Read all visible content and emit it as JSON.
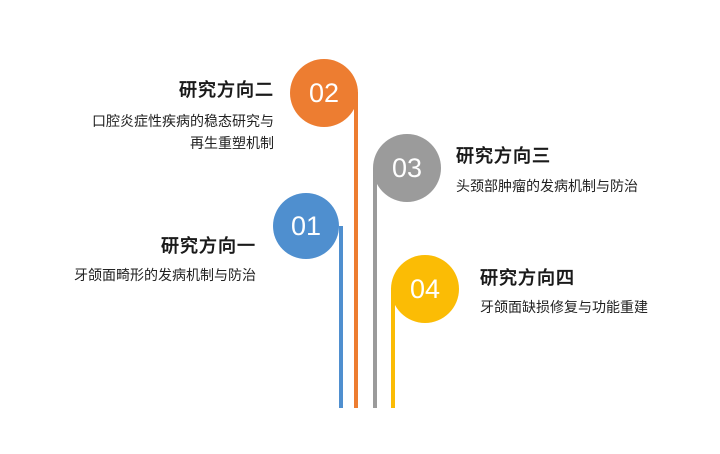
{
  "items": [
    {
      "number": "01",
      "title": "研究方向一",
      "description": [
        "牙颌面畸形的发病机制与防治"
      ],
      "color": "#4f8fcf"
    },
    {
      "number": "02",
      "title": "研究方向二",
      "description": [
        "口腔炎症性疾病的稳态研究与",
        "再生重塑机制"
      ],
      "color": "#ed7d31"
    },
    {
      "number": "03",
      "title": "研究方向三",
      "description": [
        "头颈部肿瘤的发病机制与防治"
      ],
      "color": "#9b9b9b"
    },
    {
      "number": "04",
      "title": "研究方向四",
      "description": [
        "牙颌面缺损修复与功能重建"
      ],
      "color": "#fbbc05"
    }
  ]
}
